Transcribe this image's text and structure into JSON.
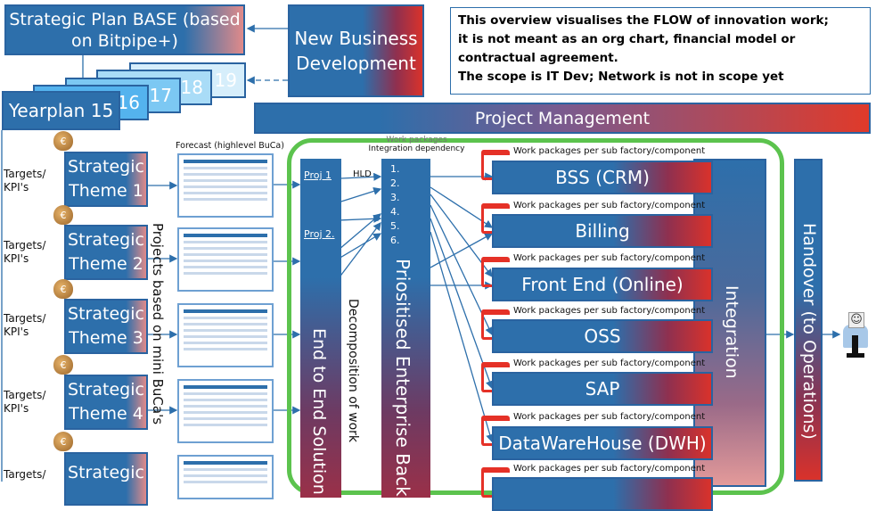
{
  "top": {
    "strategic_plan": "Strategic Plan BASE (based on Bitpipe+)",
    "new_business": "New Business Development",
    "note_lines": [
      "This overview visualises the FLOW of innovation work;",
      "it is not meant as an org chart, financial model or",
      "contractual agreement.",
      "The scope is IT Dev; Network is not in scope yet"
    ],
    "yearplans": [
      "Yearplan 15",
      "16",
      "17",
      "18",
      "19"
    ],
    "project_management": "Project Management"
  },
  "themes": [
    {
      "kpi": "Targets/ KPI's",
      "label": "Strategic Theme 1",
      "money_icon": "euro-money-bag"
    },
    {
      "kpi": "Targets/ KPI's",
      "label": "Strategic Theme 2",
      "money_icon": "euro-money-bag"
    },
    {
      "kpi": "Targets/ KPI's",
      "label": "Strategic Theme 3",
      "money_icon": "euro-money-bag"
    },
    {
      "kpi": "Targets/ KPI's",
      "label": "Strategic Theme 4",
      "money_icon": "euro-money-bag"
    },
    {
      "kpi": "Targets/",
      "label": "Strategic",
      "money_icon": "euro-money-bag"
    }
  ],
  "projects_label": "Projects based on mini BuCa's",
  "forecast_label": "Forecast (highlevel BuCa)",
  "e2e": {
    "label": "End to End Solution",
    "proj1": "Proj 1",
    "proj2": "Proj 2.",
    "hld": "HLD",
    "decomposition": "Decomposition of work"
  },
  "backlog": {
    "header_top": "Work packages",
    "header": "Integration dependency",
    "items": [
      "1.",
      "2.",
      "3.",
      "4.",
      "5.",
      "6."
    ],
    "label": "Priositised Enterprise Back"
  },
  "wp_label": "Work packages per sub factory/component",
  "components": [
    "BSS (CRM)",
    "Billing",
    "Front End (Online)",
    "OSS",
    "SAP",
    "DataWareHouse (DWH)",
    ""
  ],
  "integration": "Integration",
  "handover": "Handover (to Operations)",
  "colors": {
    "blue": "#2d6fab",
    "red": "#d9322b",
    "green": "#5cc34e"
  }
}
